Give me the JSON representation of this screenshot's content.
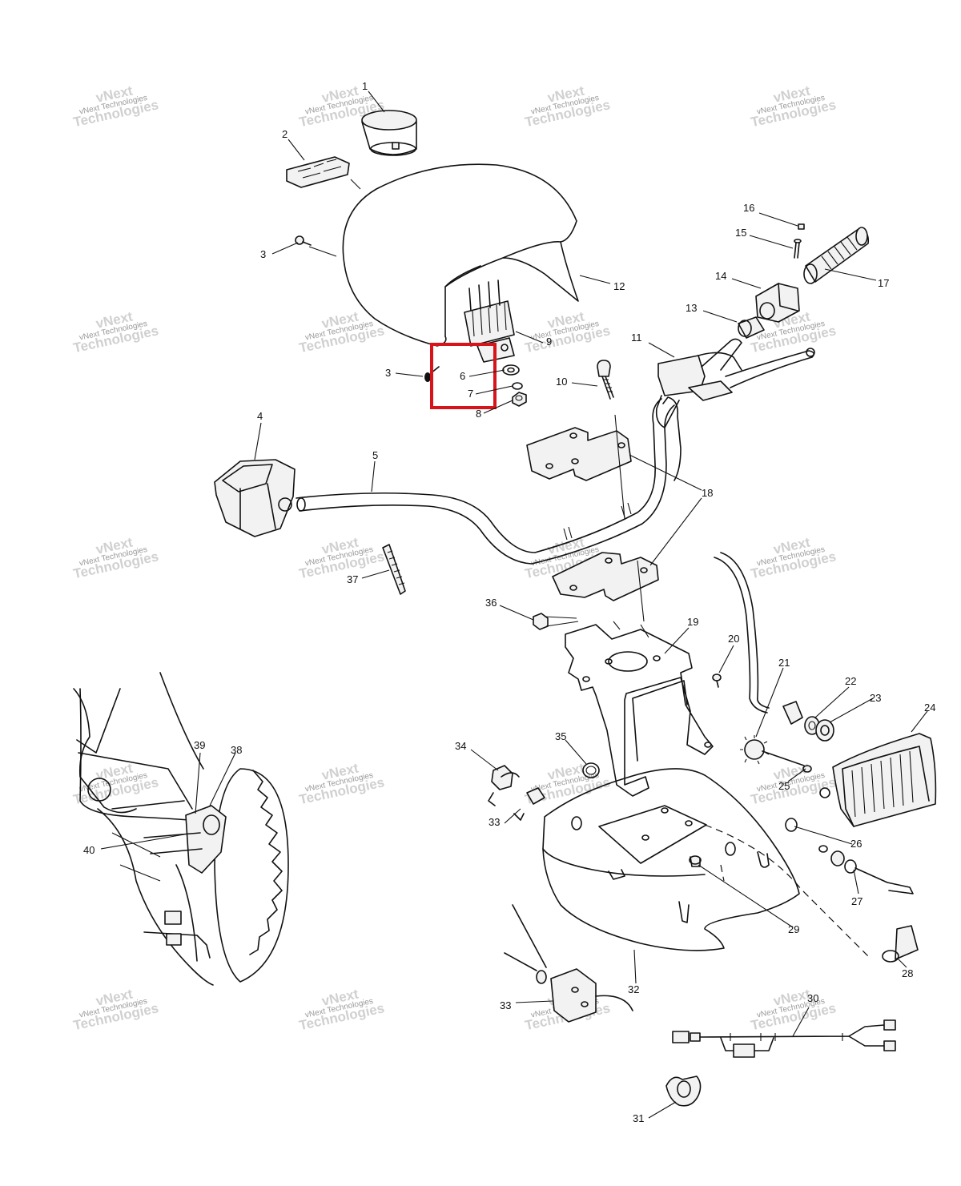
{
  "watermark": {
    "line1": "vNext Technologies",
    "line2": "Technologies",
    "line3": "vNext"
  },
  "colors": {
    "highlight": "#d8141b",
    "ink": "#111111",
    "watermark": "#c8c8c8"
  },
  "callouts": [
    "1",
    "2",
    "3",
    "3",
    "4",
    "5",
    "6",
    "7",
    "8",
    "9",
    "10",
    "11",
    "12",
    "13",
    "14",
    "15",
    "16",
    "17",
    "18",
    "19",
    "20",
    "21",
    "22",
    "23",
    "24",
    "25",
    "26",
    "27",
    "28",
    "29",
    "30",
    "31",
    "32",
    "33",
    "33",
    "34",
    "35",
    "36",
    "37",
    "38",
    "39",
    "40"
  ],
  "highlight": {
    "label": "highlighted-parts-6-7-8"
  }
}
